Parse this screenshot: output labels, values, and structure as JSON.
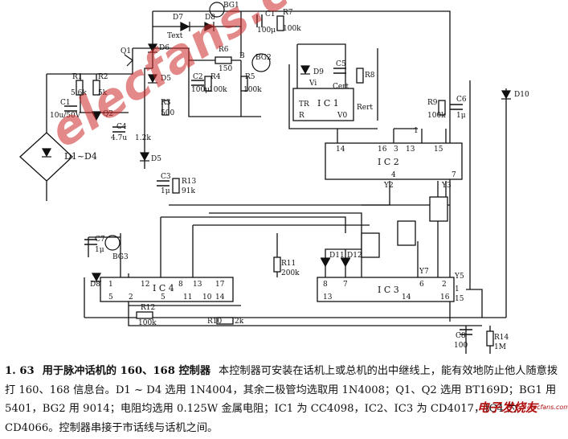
{
  "labels": {
    "BG1": "BG1",
    "C1": "C1",
    "C1v": "100μ",
    "R7": "R7",
    "R7v": "100k",
    "D7": "D7",
    "D8": "D8",
    "Text": "Text",
    "D6": "D6",
    "Q1": "Q1",
    "R6": "R6",
    "R6v": "150",
    "B": "B",
    "BG2": "BG2",
    "D9": "D9",
    "C5": "C5",
    "R8": "R8",
    "Vi": "Vi",
    "Cert": "Cert",
    "TR": "TR",
    "IC1": "I C 1",
    "R": "R",
    "V0": "V0",
    "Rert": "Rert",
    "R9": "R9",
    "R9v": "100k",
    "C6": "C6",
    "C6v": "1μ",
    "D10": "D10",
    "R1": "R1",
    "R1v": "5.6k",
    "R2": "R2",
    "R2v": "5k",
    "D5a": "D5",
    "C2": "C2",
    "C2v": "100μ",
    "R4": "R4",
    "R4v": "100k",
    "R5": "R5",
    "R5v": "100k",
    "C1b": "C1",
    "C1bv": "10u/50V",
    "Q2": "Q2",
    "R3": "R3",
    "R3v": "500",
    "C4": "C4",
    "C4v": "4.7u",
    "R3b": "1.2k",
    "D1D4": "D1~D4",
    "D5b": "D5",
    "C3": "C3",
    "C3v": "1μ",
    "R13": "R13",
    "R13v": "91k",
    "IC2": "I C 2",
    "p14": "14",
    "p16": "16",
    "p3": "3",
    "p13": "13",
    "p15": "15",
    "p4": "4",
    "p7": "7",
    "Y2": "Y2",
    "Y3": "Y3",
    "n1": "1",
    "C7": "C7",
    "C7v": "1μ",
    "BG3": "BG3",
    "R11": "R11",
    "R11v": "200k",
    "D11": "D11",
    "D12": "D12",
    "Y7": "Y7",
    "Y5": "Y5",
    "D8b": "D8",
    "IC4": "I C 4",
    "p1": "1",
    "p12": "12",
    "p8": "8",
    "p13b": "13",
    "p17": "17",
    "p5": "5",
    "p2": "2",
    "p5b": "5",
    "p11": "11",
    "p10": "10",
    "p14b": "14",
    "R12": "R12",
    "R12v": "100k",
    "R10": "R10",
    "R10v": "2k",
    "IC3": "I C 3",
    "p8b": "8",
    "p6": "6",
    "p2b": "2",
    "p7b": "7",
    "p1b": "1",
    "p13c": "13",
    "p14c": "14",
    "p16b": "16",
    "p15b": "15",
    "C8": "C8",
    "C8v": "100",
    "R14": "R14",
    "R14v": "1M"
  },
  "caption": {
    "figure_no": "1. 63",
    "title": "用于脉冲话机的 160、168 控制器",
    "body": "本控制器可安装在话机上或总机的出中继线上，能有效地防止他人随意拨打 160、168 信息台。D1 ~ D4 选用 1N4004，其余二极管均选取用 1N4008；Q1、Q2 选用 BT169D；BG1 用 5401，BG2 用 9014；电阻均选用 0.125W 金属电阻；IC1 为 CC4098，IC2、IC3 为 CD4017，IC4 为 CD4066。控制器串接于市话线与话机之间。"
  },
  "watermark": {
    "main": "elecfans.com",
    "logo": "电子发烧友",
    "logo_sub": "elecfans.com"
  }
}
